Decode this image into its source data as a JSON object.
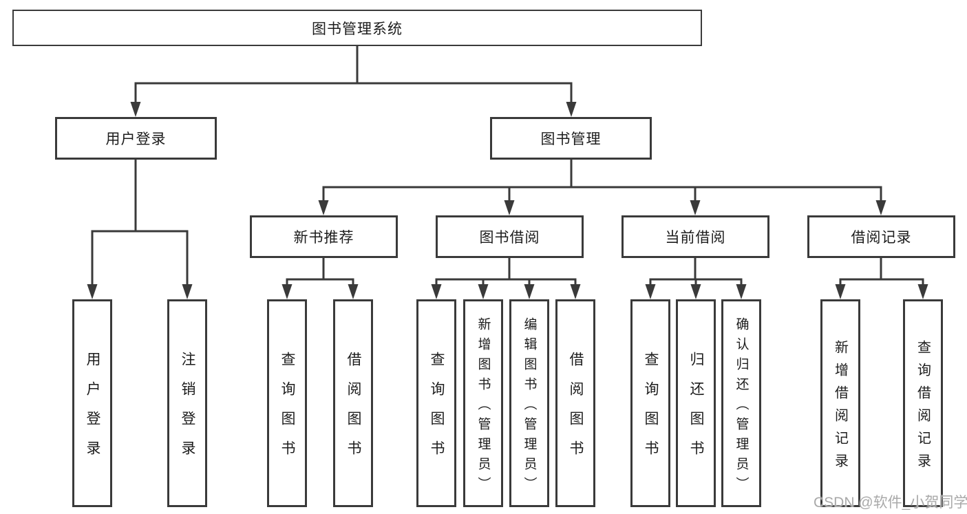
{
  "diagram": {
    "type": "tree",
    "line_color": "#3a3a3a",
    "text_color": "#1c1c1c",
    "root": {
      "label": "图书管理系统",
      "children": [
        {
          "label": "用户登录",
          "children": [
            {
              "label": "用户登录"
            },
            {
              "label": "注销登录"
            }
          ]
        },
        {
          "label": "图书管理",
          "children": [
            {
              "label": "新书推荐",
              "children": [
                {
                  "label": "查询图书"
                },
                {
                  "label": "借阅图书"
                }
              ]
            },
            {
              "label": "图书借阅",
              "children": [
                {
                  "label": "查询图书"
                },
                {
                  "label": "新增图书（管理员）"
                },
                {
                  "label": "编辑图书（管理员）"
                },
                {
                  "label": "借阅图书"
                }
              ]
            },
            {
              "label": "当前借阅",
              "children": [
                {
                  "label": "查询图书"
                },
                {
                  "label": "归还图书"
                },
                {
                  "label": "确认归还（管理员）"
                }
              ]
            },
            {
              "label": "借阅记录",
              "children": [
                {
                  "label": "新增借阅记录"
                },
                {
                  "label": "查询借阅记录"
                }
              ]
            }
          ]
        }
      ]
    }
  },
  "watermark": {
    "text": "CSDN @软件_小贺同学",
    "color": "#a9a9a9"
  }
}
